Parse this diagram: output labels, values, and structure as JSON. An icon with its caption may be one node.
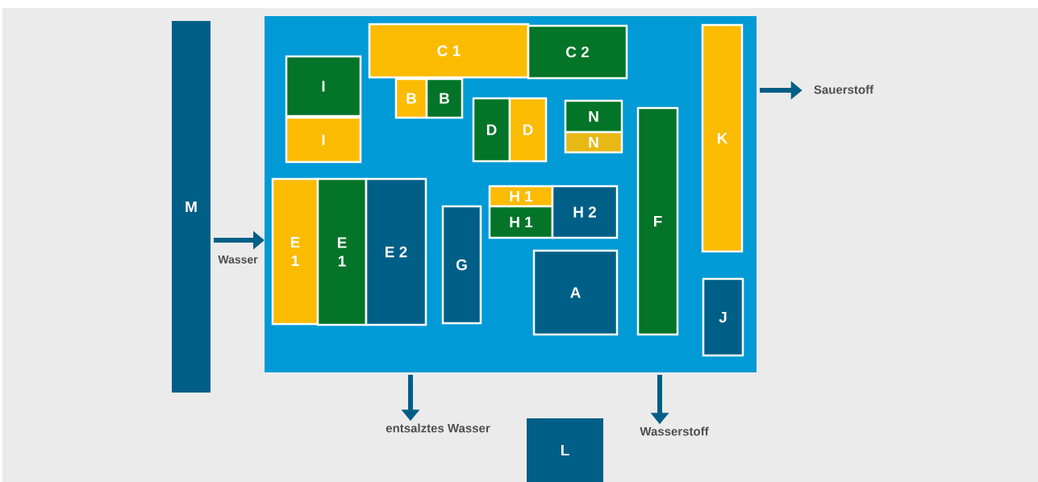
{
  "diagram": {
    "nodes": [
      {
        "text": [],
        "shape": "box"
      },
      {
        "text": [
          "M"
        ]
      },
      {
        "text": [
          "C 1"
        ],
        "in": 0
      },
      {
        "text": [
          "C 2"
        ],
        "in": 0
      },
      {
        "text": [
          "I"
        ],
        "in": 0
      },
      {
        "text": [
          "I"
        ],
        "in": 0
      },
      {
        "text": [
          "B"
        ],
        "in": 0
      },
      {
        "text": [
          "B"
        ],
        "in": 0
      },
      {
        "text": [
          "D"
        ],
        "in": 0
      },
      {
        "text": [
          "D"
        ],
        "in": 0
      },
      {
        "text": [
          "N"
        ],
        "in": 0
      },
      {
        "text": [
          "N"
        ],
        "in": 0
      },
      {
        "text": [
          "K"
        ],
        "in": 0
      },
      {
        "text": [
          "F"
        ],
        "in": 0
      },
      {
        "text": [
          "E 1"
        ],
        "in": 0
      },
      {
        "text": [
          "E 1"
        ],
        "in": 0
      },
      {
        "text": [
          "E 2"
        ],
        "in": 0
      },
      {
        "text": [
          "G"
        ],
        "in": 0
      },
      {
        "text": [
          "H 1"
        ],
        "in": 0
      },
      {
        "text": [
          "H 1"
        ],
        "in": 0
      },
      {
        "text": [
          "H 2"
        ],
        "in": 0
      },
      {
        "text": [
          "A"
        ],
        "in": 0
      },
      {
        "text": [
          "J"
        ],
        "in": 0
      },
      {
        "text": [
          "L"
        ]
      },
      {
        "text": [
          "Sauerstoff"
        ]
      },
      {
        "text": [
          "entsalztes Wasser"
        ]
      },
      {
        "text": [
          "Wasserstoff"
        ]
      }
    ],
    "edges": [
      {
        "from": 1,
        "to": 0,
        "arrow": "to",
        "label": "Wasser"
      },
      {
        "from": 0,
        "to": 24,
        "arrow": "to"
      },
      {
        "from": 0,
        "to": 25,
        "arrow": "to"
      },
      {
        "from": 0,
        "to": 26,
        "arrow": "to"
      }
    ]
  }
}
